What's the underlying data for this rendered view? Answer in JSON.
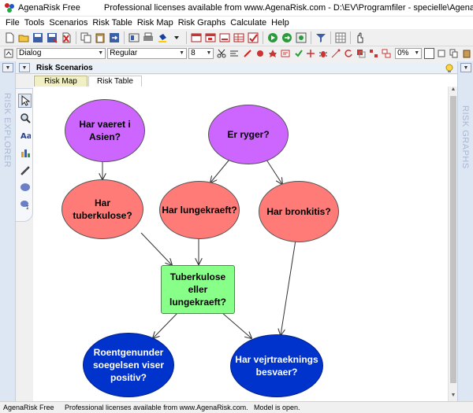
{
  "window": {
    "app_name": "AgenaRisk Free",
    "title": "Professional licenses available from www.AgenaRisk.com - D:\\EV\\Programfiler - specielle\\AgenaRisk\\A..."
  },
  "menu": [
    "File",
    "Tools",
    "Scenarios",
    "Risk Table",
    "Risk Map",
    "Risk Graphs",
    "Calculate",
    "Help"
  ],
  "format_bar": {
    "style_value": "Dialog",
    "weight_value": "Regular",
    "size_value": "8",
    "zoom_value": "0%"
  },
  "panels": {
    "left_label": "RISK EXPLORER",
    "right_label": "RISK GRAPHS"
  },
  "scenarios": {
    "title": "Risk Scenarios",
    "tabs": [
      "Risk Map",
      "Risk Table"
    ]
  },
  "nodes": {
    "asia": "Har vaeret i Asien?",
    "smoke": "Er ryger?",
    "tub": "Har tuberkulose?",
    "lung": "Har lungekraeft?",
    "bronc": "Har bronkitis?",
    "either": "Tuberkulose eller lungekraeft?",
    "xray": "Roentgenunder soegelsen viser positiv?",
    "dysp": "Har vejrtraeknings besvaer?"
  },
  "status": {
    "app": "AgenaRisk Free",
    "license": "Professional licenses available from www.AgenaRisk.com.",
    "model": "Model is open."
  },
  "colors": {
    "root_nodes": "#cc66ff",
    "disease_nodes": "#ff7b78",
    "logic_node": "#88ff88",
    "symptom_nodes": "#0033cc"
  }
}
